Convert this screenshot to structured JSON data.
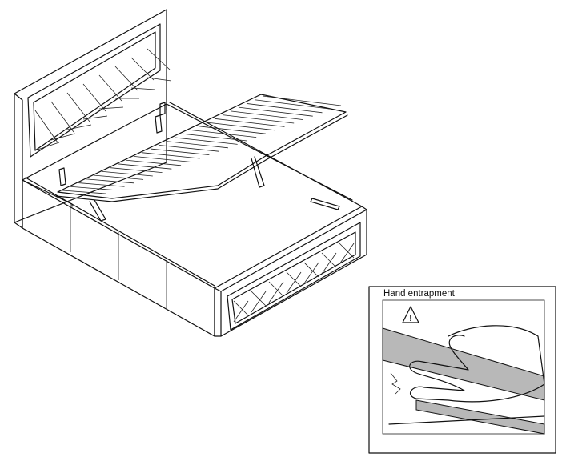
{
  "warning_panel": {
    "title": "Hand entrapment",
    "symbol": "!",
    "icon": "warning-triangle-icon"
  },
  "illustration": {
    "subject": "ottoman-storage-bed-with-lifted-slatted-base",
    "icons": [
      "bed-illustration",
      "hand-pinch-illustration",
      "gas-strut-icon"
    ]
  }
}
